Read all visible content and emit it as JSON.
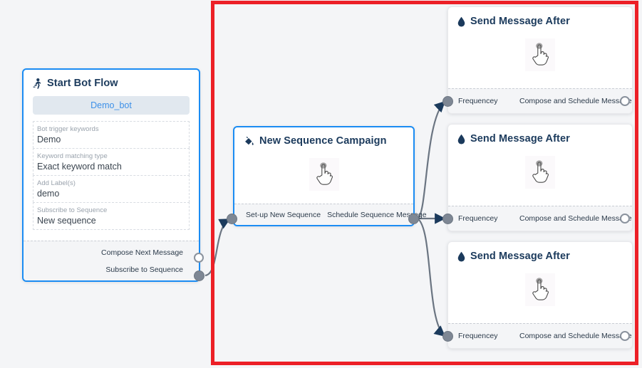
{
  "canvas": {
    "background": "#f4f5f7",
    "highlight_color": "#ec2027",
    "accent_color": "#1b8cf3",
    "port_color": "#7e8794"
  },
  "nodes": {
    "start_bot_flow": {
      "title": "Start Bot Flow",
      "icon": "running-person-icon",
      "bot_pill": "Demo_bot",
      "fields": [
        {
          "label": "Bot trigger keywords",
          "value": "Demo"
        },
        {
          "label": "Keyword matching type",
          "value": "Exact keyword match"
        },
        {
          "label": "Add Label(s)",
          "value": "demo"
        },
        {
          "label": "Subscribe to Sequence",
          "value": "New sequence"
        }
      ],
      "outputs": [
        {
          "label": "Compose Next Message",
          "state": "empty"
        },
        {
          "label": "Subscribe to Sequence",
          "state": "connected"
        }
      ]
    },
    "new_sequence_campaign": {
      "title": "New Sequence Campaign",
      "icon": "paint-bucket-icon",
      "body_icon": "pointing-hand-cursor-icon",
      "input_port": {
        "label": "",
        "state": "connected"
      },
      "footer_labels": [
        "Set-up New Sequence",
        "Schedule Sequence Message"
      ],
      "output_port": {
        "state": "connected"
      }
    },
    "send_message_cards": [
      {
        "title": "Send Message After",
        "icon": "water-droplet-icon",
        "body_icon": "pointing-hand-cursor-icon",
        "input_label": "Frequencey",
        "output_label": "Compose and Schedule Message",
        "input_state": "connected",
        "output_state": "empty"
      },
      {
        "title": "Send Message After",
        "icon": "water-droplet-icon",
        "body_icon": "pointing-hand-cursor-icon",
        "input_label": "Frequencey",
        "output_label": "Compose and Schedule Message",
        "input_state": "connected",
        "output_state": "empty"
      },
      {
        "title": "Send Message After",
        "icon": "water-droplet-icon",
        "body_icon": "pointing-hand-cursor-icon",
        "input_label": "Frequencey",
        "output_label": "Compose and Schedule Message",
        "input_state": "connected",
        "output_state": "empty"
      }
    ]
  }
}
